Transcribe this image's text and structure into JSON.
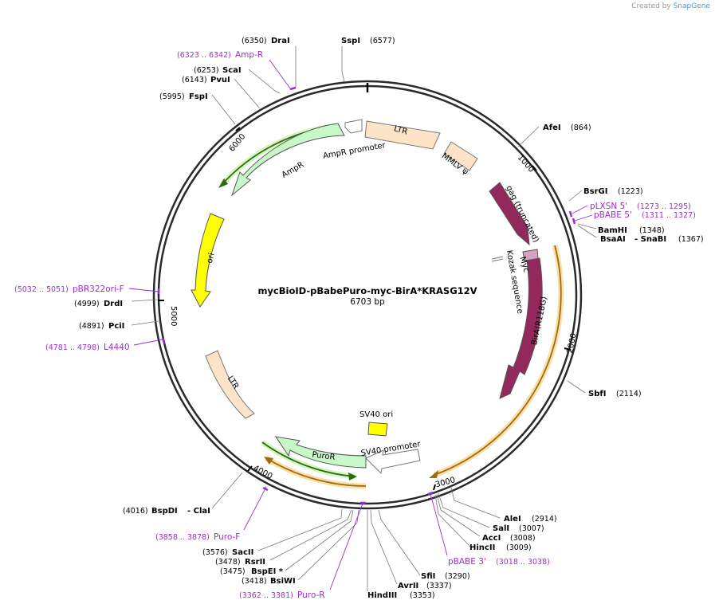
{
  "credit": {
    "prefix": "Created by",
    "brand": "SnapGene"
  },
  "plasmid": {
    "name": "mycBioID-pBabePuro-myc-BirA*KRASG12V",
    "size_label": "6703 bp",
    "length": 6703
  },
  "ticks": [
    "1000",
    "2000",
    "3000",
    "4000",
    "5000",
    "6000"
  ],
  "feature_labels": {
    "ltr_top": "LTR",
    "mmlv": "MMLV ψ",
    "gag": "gag (truncated)",
    "myc": "Myc",
    "kozak": "Kozak sequence",
    "birA": "BirA(R118G)",
    "ampr": "AmpR",
    "ampr_promoter": "AmpR promoter",
    "ori": "ori",
    "ltr_left": "LTR",
    "sv40_ori": "SV40 ori",
    "sv40_promoter": "SV40 promoter",
    "puroR": "PuroR"
  },
  "sites": [
    {
      "name": "DraI",
      "pos": "(6350)"
    },
    {
      "name": "SspI",
      "pos": "(6577)"
    },
    {
      "name": "ScaI",
      "pos": "(6253)"
    },
    {
      "name": "PvuI",
      "pos": "(6143)"
    },
    {
      "name": "FspI",
      "pos": "(5995)"
    },
    {
      "name": "AfeI",
      "pos": "(864)"
    },
    {
      "name": "BsrGI",
      "pos": "(1223)"
    },
    {
      "name": "BamHI",
      "pos": "(1348)"
    },
    {
      "name": "BsaAI",
      "pos": ""
    },
    {
      "name": "- SnaBI",
      "pos": "(1367)"
    },
    {
      "name": "DrdI",
      "pos": "(4999)"
    },
    {
      "name": "PciI",
      "pos": "(4891)"
    },
    {
      "name": "SbfI",
      "pos": "(2114)"
    },
    {
      "name": "AleI",
      "pos": "(2914)"
    },
    {
      "name": "SalI",
      "pos": "(3007)"
    },
    {
      "name": "AccI",
      "pos": "(3008)"
    },
    {
      "name": "HincII",
      "pos": "(3009)"
    },
    {
      "name": "SfiI",
      "pos": "(3290)"
    },
    {
      "name": "AvrII",
      "pos": "(3337)"
    },
    {
      "name": "HindIII",
      "pos": "(3353)"
    },
    {
      "name": "BspDI",
      "pos": "(4016)"
    },
    {
      "name": "- ClaI",
      "pos": ""
    },
    {
      "name": "SacII",
      "pos": "(3576)"
    },
    {
      "name": "RsrII",
      "pos": "(3478)"
    },
    {
      "name": "BspEI *",
      "pos": "(3475)"
    },
    {
      "name": "BsiWI",
      "pos": "(3418)"
    }
  ],
  "primers": [
    {
      "name": "Amp-R",
      "range": "(6323 .. 6342)"
    },
    {
      "name": "pLXSN 5'",
      "range": "(1273 .. 1295)"
    },
    {
      "name": "pBABE 5'",
      "range": "(1311 .. 1327)"
    },
    {
      "name": "pBR322ori-F",
      "range": "(5032 .. 5051)"
    },
    {
      "name": "L4440",
      "range": "(4781 .. 4798)"
    },
    {
      "name": "Puro-F",
      "range": "(3858 .. 3878)"
    },
    {
      "name": "Puro-R",
      "range": "(3362 .. 3381)"
    },
    {
      "name": "pBABE 3'",
      "range": "(3018 .. 3038)"
    }
  ],
  "colors": {
    "ltr": "#fde3c7",
    "gag": "#93285d",
    "myc": "#d9a0c0",
    "ampr": "#c8f7c8",
    "ori": "#ffff00",
    "puroR": "#c8f7c8",
    "orf_orange": "#f0a020",
    "orf_green": "#2d8a1d",
    "primer": "#9b30d0"
  }
}
